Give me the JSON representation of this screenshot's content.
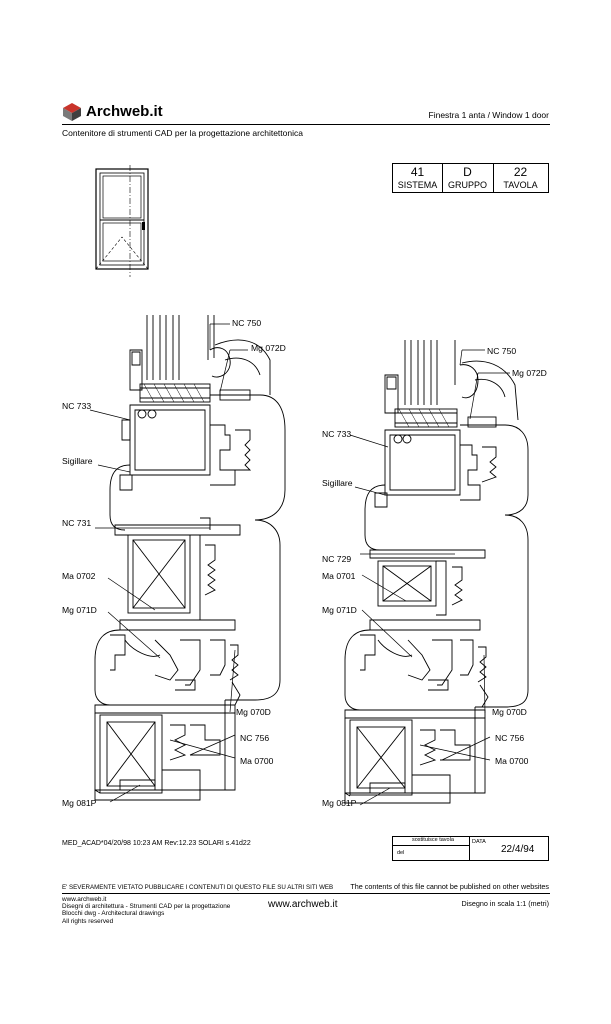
{
  "header": {
    "brand": "Archweb.it",
    "subtitle": "Contenitore di strumenti CAD per la progettazione architettonica",
    "title": "Finestra 1 anta  /  Window 1 door"
  },
  "titleblock": {
    "sistema_value": "41",
    "sistema_label": "SISTEMA",
    "gruppo_value": "D",
    "gruppo_label": "GRUPPO",
    "tavola_value": "22",
    "tavola_label": "TAVOLA"
  },
  "drawing_left": {
    "labels": [
      "NC 750",
      "Mg 072D",
      "NC 733",
      "Sigillare",
      "NC 731",
      "Ma 0702",
      "Mg 071D",
      "Mg 070D",
      "NC 756",
      "Ma 0700",
      "Mg 081P"
    ]
  },
  "drawing_right": {
    "labels": [
      "NC 750",
      "Mg 072D",
      "NC 733",
      "Sigillare",
      "NC 729",
      "Ma 0701",
      "Mg 071D",
      "Mg 070D",
      "NC 756",
      "Ma 0700",
      "Mg 081P"
    ]
  },
  "footer": {
    "file_info": "MED_ACAD*04/20/98 10:23 AM Rev:12.23  SOLARI s.41d22",
    "sostituisce_label": "sostituisce tavola",
    "del_label": "del",
    "data_label": "DATA",
    "date": "22/4/94",
    "warning_it": "E' SEVERAMENTE VIETATO PUBBLICARE I CONTENUTI DI QUESTO FILE SU ALTRI SITI WEB",
    "warning_en": "The contents of this file cannot be published on other websites",
    "credits": [
      "www.archweb.it",
      "Disegni di architettura - Strumenti CAD  per la progettazione",
      "Blocchi dwg - Architectural drawings",
      "All rights reserved"
    ],
    "website": "www.archweb.it",
    "scale": "Disegno in scala 1:1 (metri)"
  }
}
